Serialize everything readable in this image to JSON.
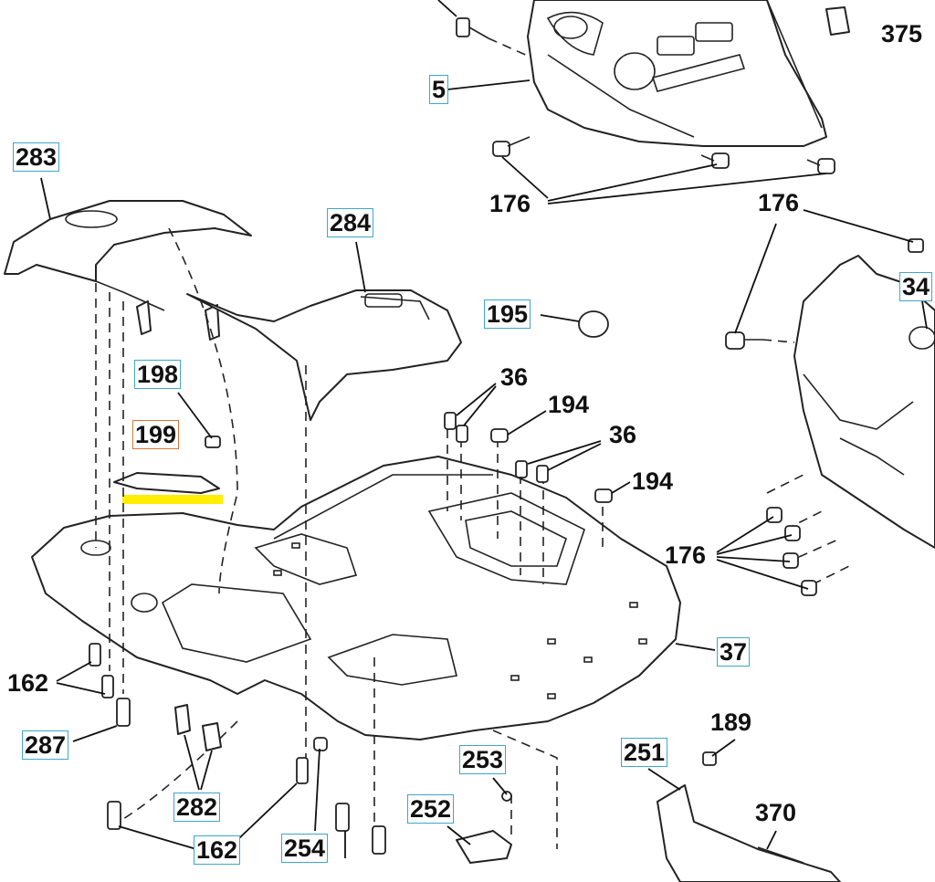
{
  "callouts": {
    "p375": "375",
    "p5": "5",
    "p283": "283",
    "p176a": "176",
    "p176b": "176",
    "p284": "284",
    "p34x": "34",
    "p195": "195",
    "p198": "198",
    "p36a": "36",
    "p194a": "194",
    "p199": "199",
    "p36b": "36",
    "p194b": "194",
    "p176c": "176",
    "p37": "37",
    "p162a": "162",
    "p189": "189",
    "p287": "287",
    "p253": "253",
    "p251": "251",
    "p282": "282",
    "p252": "252",
    "p370": "370",
    "p162b": "162",
    "p254": "254"
  },
  "colors": {
    "boxed_border": "#3fa7c9",
    "highlight_border": "#d9733a",
    "highlight_bar": "#ffee00"
  }
}
